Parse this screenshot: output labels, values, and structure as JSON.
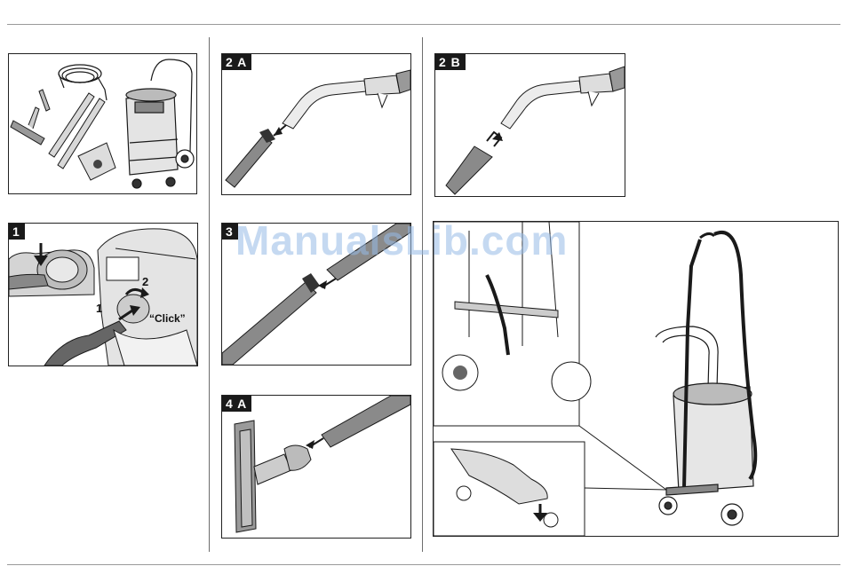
{
  "panels": {
    "p2a": {
      "label": "2 A"
    },
    "p2b": {
      "label": "2 B"
    },
    "p1": {
      "label": "1",
      "step1": "1",
      "step2": "2",
      "click": "“Click”"
    },
    "p3": {
      "label": "3"
    },
    "p4a": {
      "label": "4 A"
    }
  },
  "watermark": {
    "text": "ManualsLib.com"
  },
  "colors": {
    "line": "#1a1a1a",
    "tube": "#8a8a8a",
    "tube_light": "#c8c8c8",
    "watermark": "#96b9e6"
  }
}
